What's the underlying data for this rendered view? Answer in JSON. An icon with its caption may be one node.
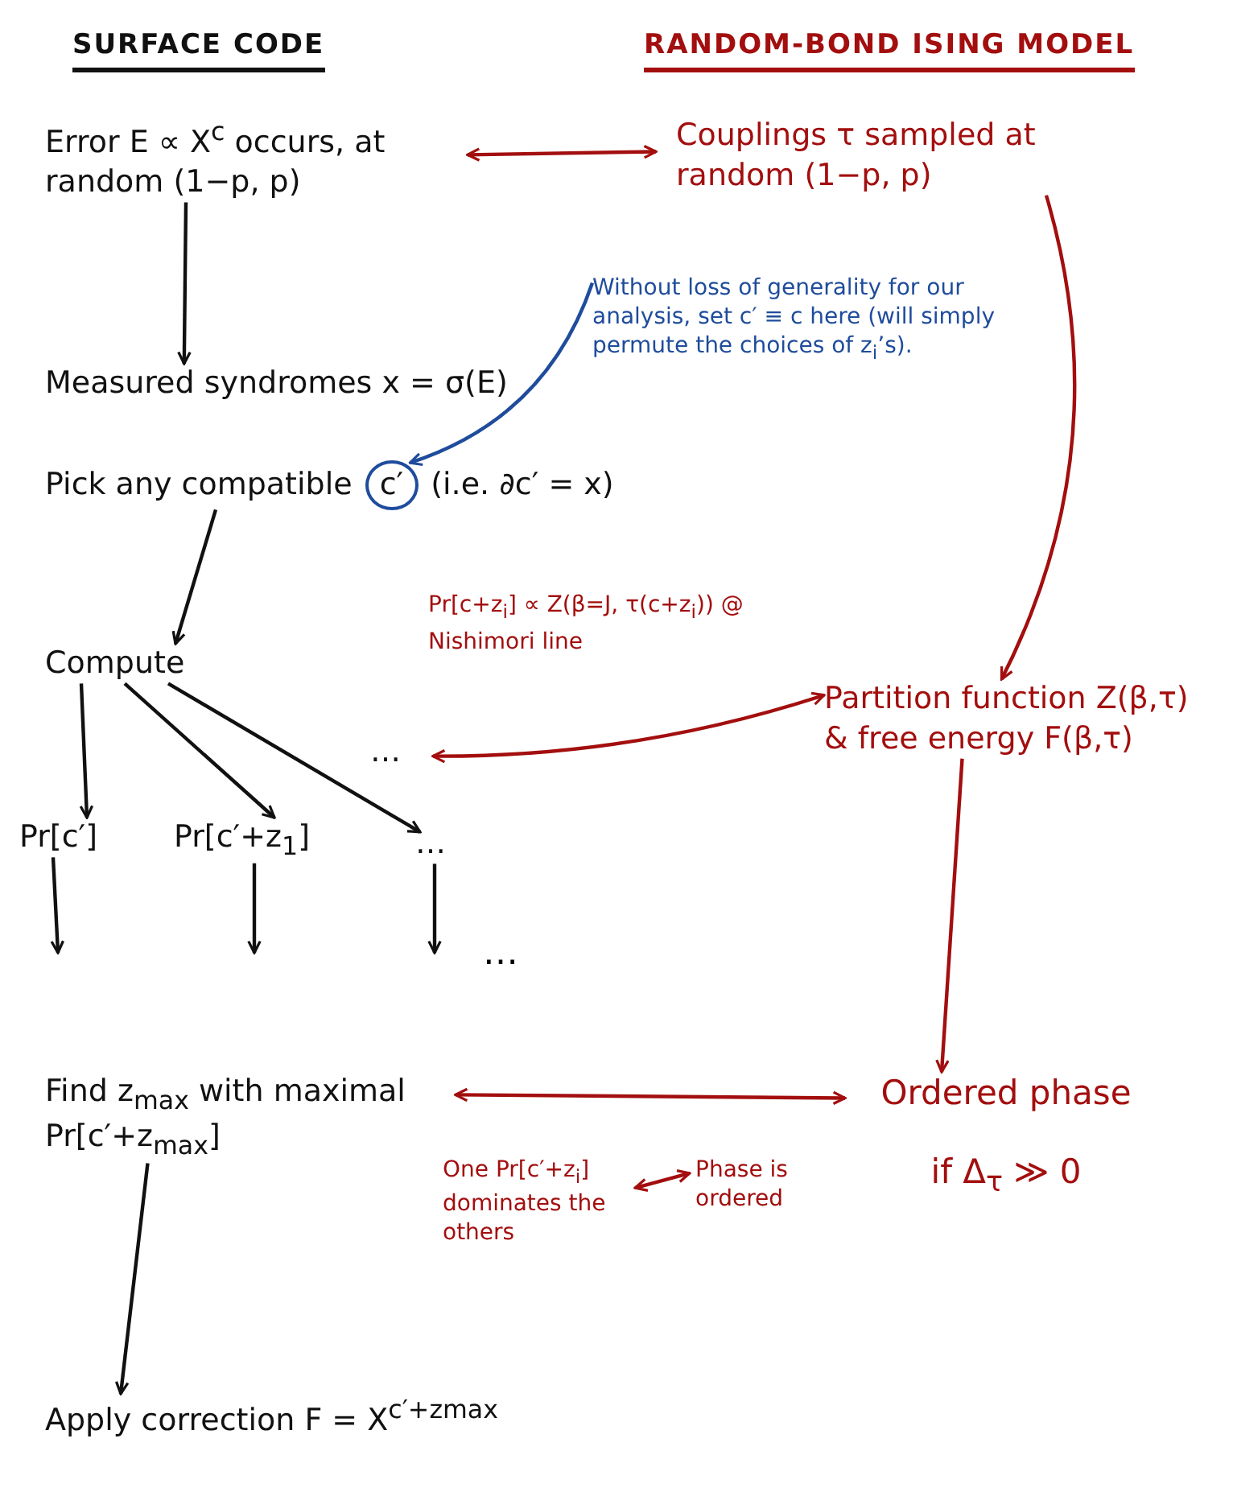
{
  "diagram": {
    "nodes": [
      {
        "text": [
          "Error E ∝ X$^{c}$ occurs, at random (1−p, p)"
        ]
      },
      {
        "text": [
          "Couplings τ sampled at random (1−p, p)"
        ]
      },
      {
        "text": [
          "Measured syndromes x = σ(E)"
        ]
      },
      {
        "text": [
          "Pick any compatible",
          "(i.e. ∂c′ = x)"
        ]
      },
      {
        "text": [
          "c′"
        ],
        "in": 3
      },
      {
        "text": [
          "Without loss of generality for our analysis, set c′ ≡ c here (will simply permute the choices of z$_{i}$’s)."
        ]
      },
      {
        "text": [
          "Compute"
        ]
      },
      {
        "text": [
          "…"
        ]
      },
      {
        "text": [
          "Pr[c′]"
        ]
      },
      {
        "text": [
          "Pr[c′+z$_{1}$]"
        ]
      },
      {
        "text": [
          "…"
        ]
      },
      {
        "text": [
          "Partition function Z(β,τ) & free energy F(β,τ)"
        ]
      },
      {
        "text": [
          "Find z$_{max}$ with maximal Pr[c′+z$_{max}$]"
        ]
      },
      {
        "text": [
          "Ordered phase",
          "if Δ$_{τ}$ ≫ 0"
        ]
      },
      {
        "text": [
          "One Pr[c′+z$_{i}$] dominates the others"
        ]
      },
      {
        "text": [
          "Phase is ordered"
        ]
      },
      {
        "text": [
          "Apply correction F = X$^{c′+zmax}$"
        ]
      }
    ],
    "edges": [
      {
        "from": 0,
        "to": 1,
        "arrow": "both",
        "color": "#a30e0e"
      },
      {
        "from": 0,
        "to": 2,
        "arrow": "to"
      },
      {
        "from": 3,
        "to": 6,
        "arrow": "to"
      },
      {
        "from": 5,
        "to": 4,
        "arrow": "to",
        "color": "#1f4c9c"
      },
      {
        "from": 1,
        "to": 11,
        "arrow": "to",
        "color": "#a30e0e"
      },
      {
        "from": 6,
        "to": 8,
        "arrow": "to"
      },
      {
        "from": 6,
        "to": 9,
        "arrow": "to"
      },
      {
        "from": 6,
        "to": 10,
        "arrow": "to"
      },
      {
        "from": 7,
        "to": 11,
        "arrow": "both",
        "color": "#a30e0e",
        "label": "Pr[c+z$_{i}$] ∝ Z(β=J, τ(c+z$_{i}$)) @ Nishimori line"
      },
      {
        "from": 8,
        "to": null,
        "arrow": "to"
      },
      {
        "from": 9,
        "to": null,
        "arrow": "to"
      },
      {
        "from": 10,
        "to": null,
        "arrow": "to"
      },
      {
        "from": 11,
        "to": 13,
        "arrow": "to",
        "color": "#a30e0e"
      },
      {
        "from": 12,
        "to": 13,
        "arrow": "both",
        "color": "#a30e0e"
      },
      {
        "from": 14,
        "to": 15,
        "arrow": "both",
        "color": "#a30e0e"
      },
      {
        "from": 12,
        "to": 16,
        "arrow": "to"
      }
    ],
    "labels": [
      "SURFACE CODE",
      "RANDOM-BOND ISING MODEL",
      "…"
    ]
  }
}
